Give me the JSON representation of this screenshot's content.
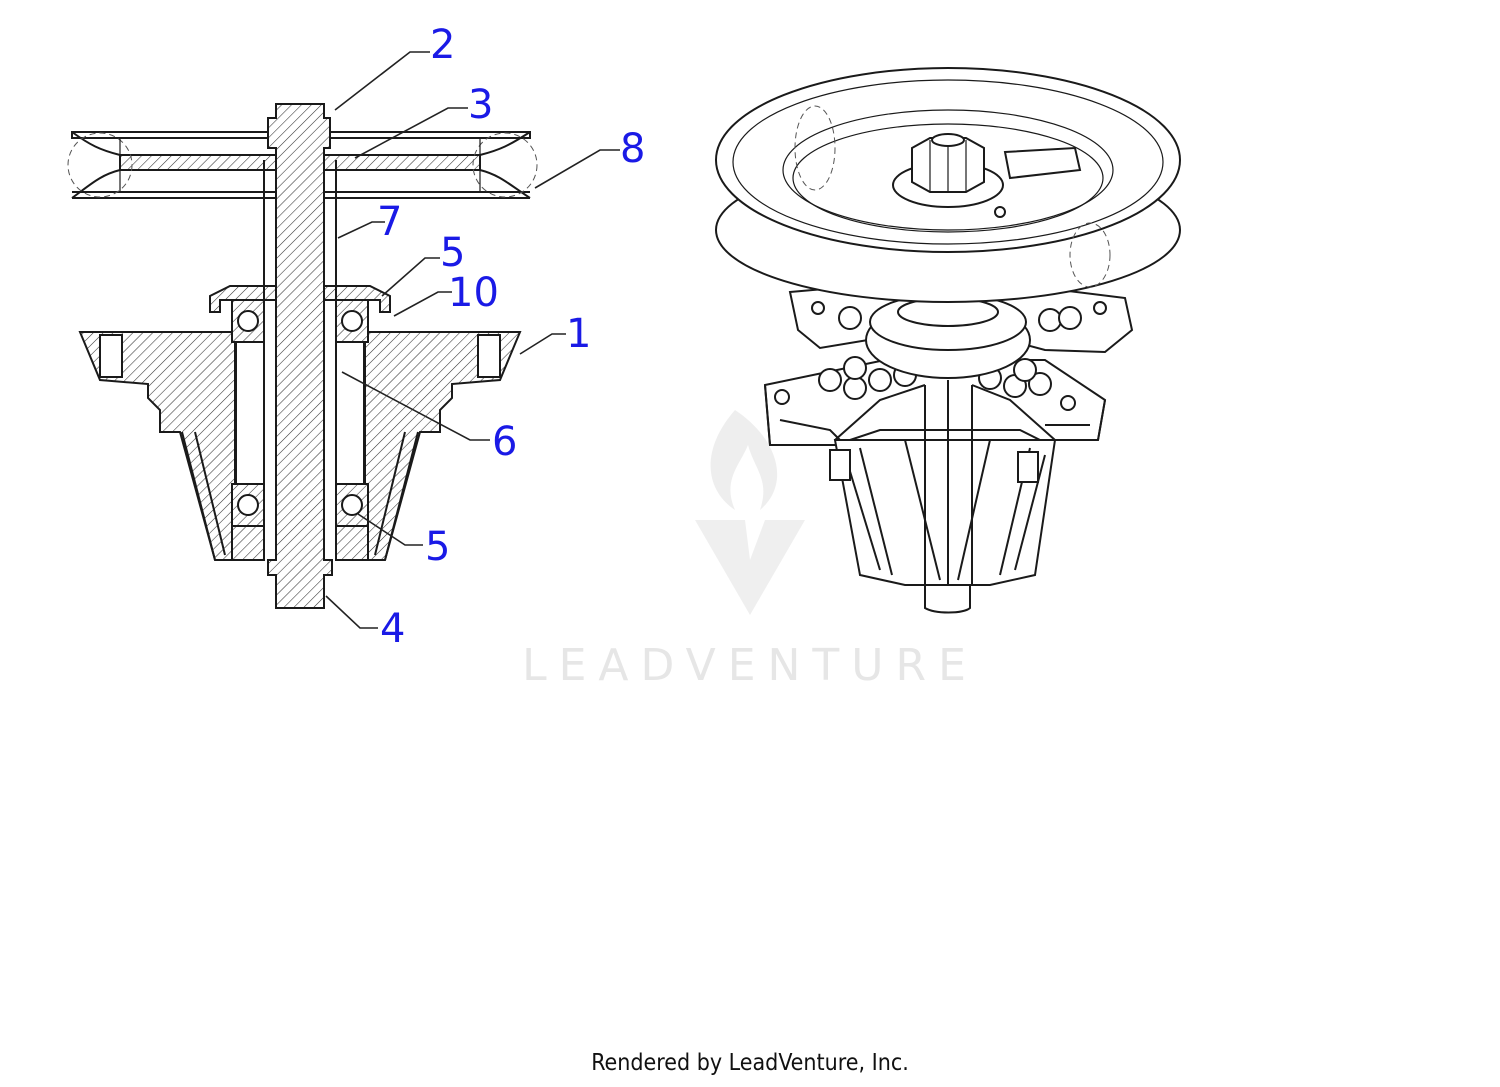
{
  "callouts": [
    {
      "id": "2",
      "label": "2"
    },
    {
      "id": "3",
      "label": "3"
    },
    {
      "id": "8",
      "label": "8"
    },
    {
      "id": "7",
      "label": "7"
    },
    {
      "id": "5a",
      "label": "5"
    },
    {
      "id": "10",
      "label": "10"
    },
    {
      "id": "1",
      "label": "1"
    },
    {
      "id": "6",
      "label": "6"
    },
    {
      "id": "5b",
      "label": "5"
    },
    {
      "id": "4",
      "label": "4"
    }
  ],
  "watermark": {
    "text": "LEADVENTURE"
  },
  "footer": {
    "text": "Rendered by LeadVenture, Inc."
  },
  "colors": {
    "callout": "#1a1ae6",
    "line": "#1a1a1a",
    "watermark": "#e6e6e6"
  }
}
